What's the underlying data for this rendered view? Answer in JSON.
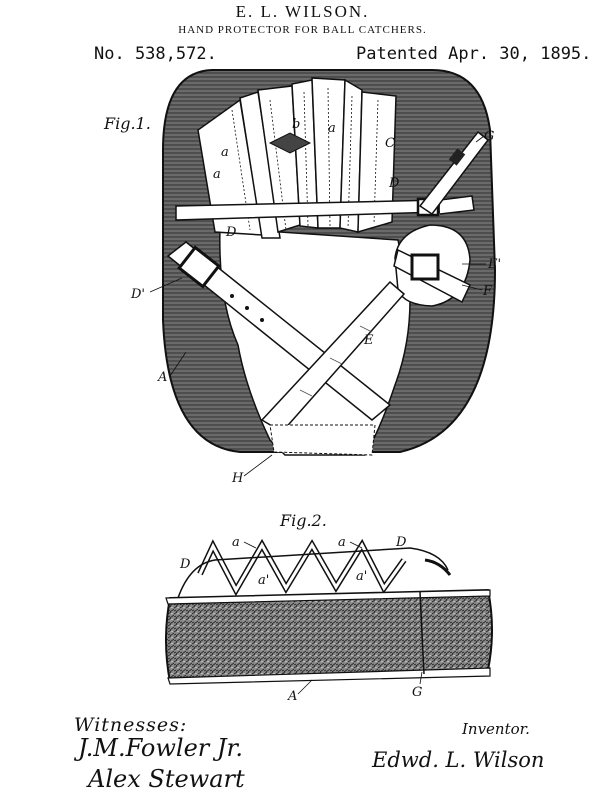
{
  "header": {
    "inventor_name": "E. L. WILSON.",
    "title": "HAND PROTECTOR FOR BALL CATCHERS.",
    "patent_number": "No. 538,572.",
    "patent_date": "Patented Apr. 30, 1895."
  },
  "fig1": {
    "label": "Fig.1.",
    "refs": {
      "a1": "a",
      "a2": "a",
      "a3": "a",
      "b": "b",
      "c": "C",
      "d": "D",
      "d_lower": "D",
      "d_prime": "D'",
      "g": "G",
      "e_prime": "E'",
      "e": "E",
      "f": "F",
      "a_capital": "A",
      "h": "H"
    }
  },
  "fig2": {
    "label": "Fig.2.",
    "refs": {
      "d_left": "D",
      "a1": "a",
      "a2": "a",
      "d_right": "D",
      "a_prime1": "a'",
      "a_prime2": "a'",
      "a_capital": "A",
      "g": "G"
    }
  },
  "footer": {
    "witnesses_label": "Witnesses:",
    "witness1": "J.M.Fowler Jr.",
    "witness2": "Alex Stewart",
    "inventor_label": "Inventor.",
    "inventor_signature": "Edwd. L. Wilson"
  }
}
